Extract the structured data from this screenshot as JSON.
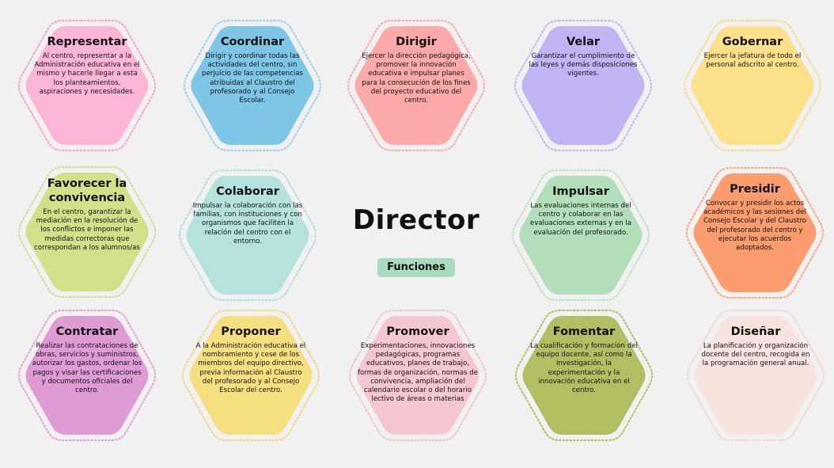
{
  "center": {
    "title": "Director",
    "badge": "Funciones",
    "badge_color": "#a8dcbc"
  },
  "functions": [
    {
      "key": "representar",
      "title": "Representar",
      "desc": "Al centro, representar a la Administración educativa en el mismo y hacerle llegar a esta los planteamientos, aspiraciones y necesidades.",
      "fill": "#fbb6d6",
      "stroke": "#f4a8c6"
    },
    {
      "key": "coordinar",
      "title": "Coordinar",
      "desc": "Dirigir y coordinar todas las actividades del centro, sin perjuicio de las competencias atribuidas al Claustro del profesorado y al Consejo Escolar.",
      "fill": "#7ec6e6",
      "stroke": "#9fd4ea"
    },
    {
      "key": "dirigir",
      "title": "Dirigir",
      "desc": "Ejercer la dirección pedagógica, promover la innovación educativa e impulsar planes para la consecución de los fines del proyecto educativo del centro.",
      "fill": "#fbaaa9",
      "stroke": "#f5b0b2"
    },
    {
      "key": "velar",
      "title": "Velar",
      "desc": "Garantizar el cumplimiento de las leyes y demás disposiciones vigentes.",
      "fill": "#c2b4f2",
      "stroke": "#c8b8f0"
    },
    {
      "key": "gobernar",
      "title": "Gobernar",
      "desc": "Ejercer la jefatura de todo el personal adscrito al centro.",
      "fill": "#fde08a",
      "stroke": "#f6dc8e"
    },
    {
      "key": "favorecer",
      "title": "Favorecer la convivencia",
      "desc": "En el centro, garantizar la mediación en la resolución de los conflictos e imponer las medidas correctoras que correspondan a los alumnos/as",
      "fill": "#d4df8a",
      "stroke": "#d6de94"
    },
    {
      "key": "colaborar",
      "title": "Colaborar",
      "desc": "Impulsar la colaboración con las familias, con instituciones y con organismos que faciliten la relación del centro con el entorno.",
      "fill": "#b5e3dc",
      "stroke": "#b6e0da"
    },
    {
      "key": "impulsar",
      "title": "Impulsar",
      "desc": "Las evaluaciones internas del centro y colaborar en las evaluaciones externas y en la evaluación del profesorado.",
      "fill": "#b2deba",
      "stroke": "#bfe3c4"
    },
    {
      "key": "presidir",
      "title": "Presidir",
      "desc": "Convocar y presidir los actos académicos y las sesiones del Consejo Escolar y del Claustro del profesorado del centro y ejecutar los acuerdos adoptados.",
      "fill": "#fb9d6e",
      "stroke": "#f7ab88"
    },
    {
      "key": "contratar",
      "title": "Contratar",
      "desc": "Realizar las contrataciones de obras, servicios y suministros, autorizar los gastos, ordenar los pagos y visar las certificaciones y documentos oficiales del centro.",
      "fill": "#df9bd4",
      "stroke": "#e3a6d8"
    },
    {
      "key": "proponer",
      "title": "Proponer",
      "desc": "A la Administración educativa el nombramiento y cese de los miembros del equipo directivo, previa información al Claustro del profesorado y al Consejo Escolar del centro.",
      "fill": "#f6df80",
      "stroke": "#f0d98b"
    },
    {
      "key": "promover",
      "title": "Promover",
      "desc": "Experimentaciones, innovaciones pedagógicas, programas educativos, planes de trabajo, formas de organización, normas de convivencia, ampliación del calendario escolar o del horario lectivo de áreas o materias",
      "fill": "#f5c7d0",
      "stroke": "#f2c4ce"
    },
    {
      "key": "fomentar",
      "title": "Fomentar",
      "desc": "La cualificación y formación del equipo docente, así como la investigación, la experimentación y la innovación educativa en el centro.",
      "fill": "#b3bd62",
      "stroke": "#b7c06a"
    },
    {
      "key": "disenar",
      "title": "Diseñar",
      "desc": "La planificación y organización docente del centro, recogida en la programación general anual.",
      "fill": "#f8e3de",
      "stroke": "#f2d6d0"
    }
  ]
}
